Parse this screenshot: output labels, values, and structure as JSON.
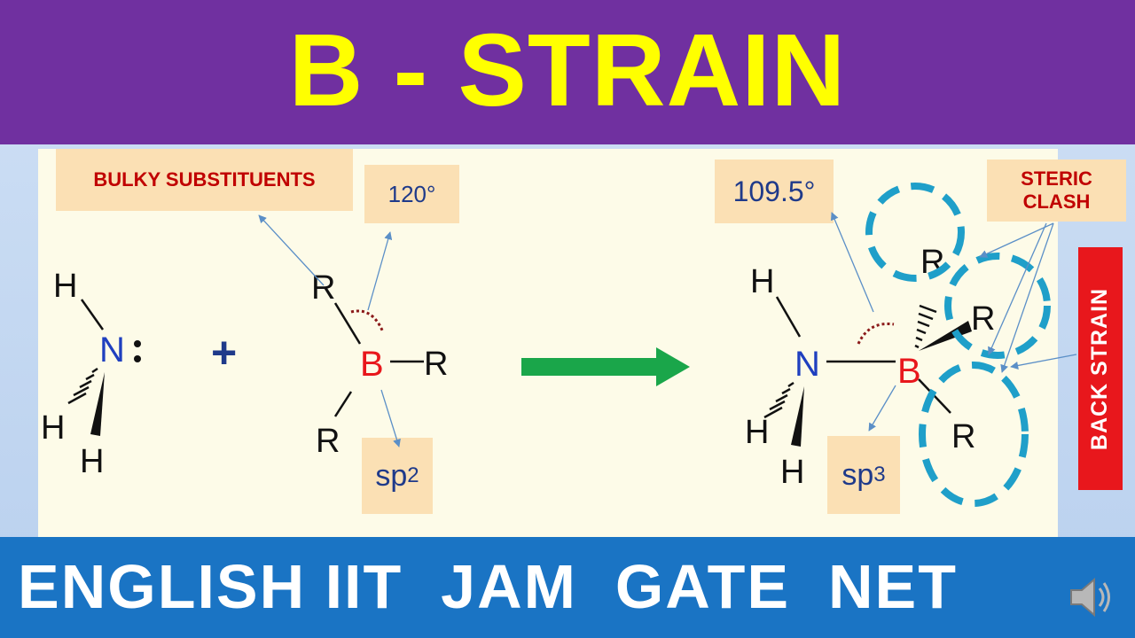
{
  "title": "B - STRAIN",
  "labels": {
    "bulky_substituents": "BULKY SUBSTITUENTS",
    "angle_reactant": "120°",
    "hybrid_reactant_base": "sp",
    "hybrid_reactant_sup": "2",
    "angle_product": "109.5°",
    "hybrid_product_base": "sp",
    "hybrid_product_sup": "3",
    "steric_clash": "STERIC CLASH",
    "back_strain": "BACK STRAIN"
  },
  "atoms": {
    "H": "H",
    "N": "N",
    "B": "B",
    "R": "R",
    "plus": "+"
  },
  "footer": "ENGLISH IIT  JAM  GATE  NET",
  "colors": {
    "title_bg": "#7030a0",
    "title_text": "#ffff00",
    "footer_bg": "#1a74c4",
    "nitrogen": "#1f3fbf",
    "boron": "#e8171c",
    "arrow": "#1aa64a",
    "steric_circles": "#1f9fc9",
    "angle_arc": "#8b1a1a"
  },
  "icons": [
    "speaker-icon"
  ]
}
